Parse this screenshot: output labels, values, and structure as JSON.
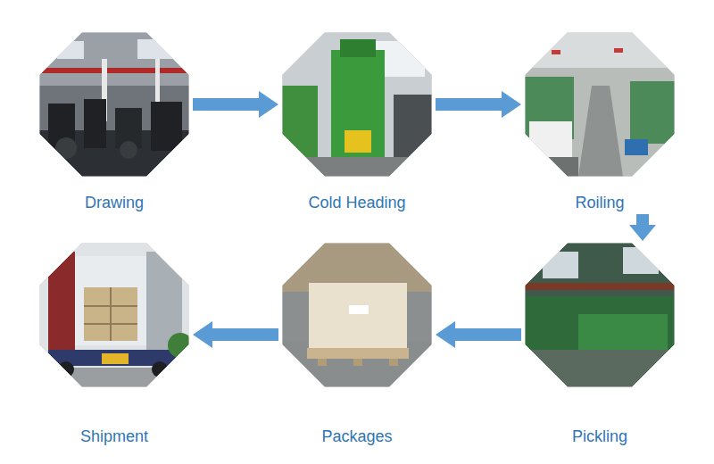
{
  "diagram": {
    "nodes": [
      {
        "text": [
          "Drawing"
        ]
      },
      {
        "text": [
          "Cold Heading"
        ]
      },
      {
        "text": [
          "Roiling"
        ]
      },
      {
        "text": [
          "Shipment"
        ]
      },
      {
        "text": [
          "Packages"
        ]
      },
      {
        "text": [
          "Pickling"
        ]
      }
    ],
    "edges": [
      {
        "from": 0,
        "to": 1,
        "arrow": "to"
      },
      {
        "from": 1,
        "to": 2,
        "arrow": "to"
      },
      {
        "from": 2,
        "to": 5,
        "arrow": "to"
      },
      {
        "from": 5,
        "to": 4,
        "arrow": "to"
      },
      {
        "from": 4,
        "to": 3,
        "arrow": "to"
      }
    ]
  }
}
